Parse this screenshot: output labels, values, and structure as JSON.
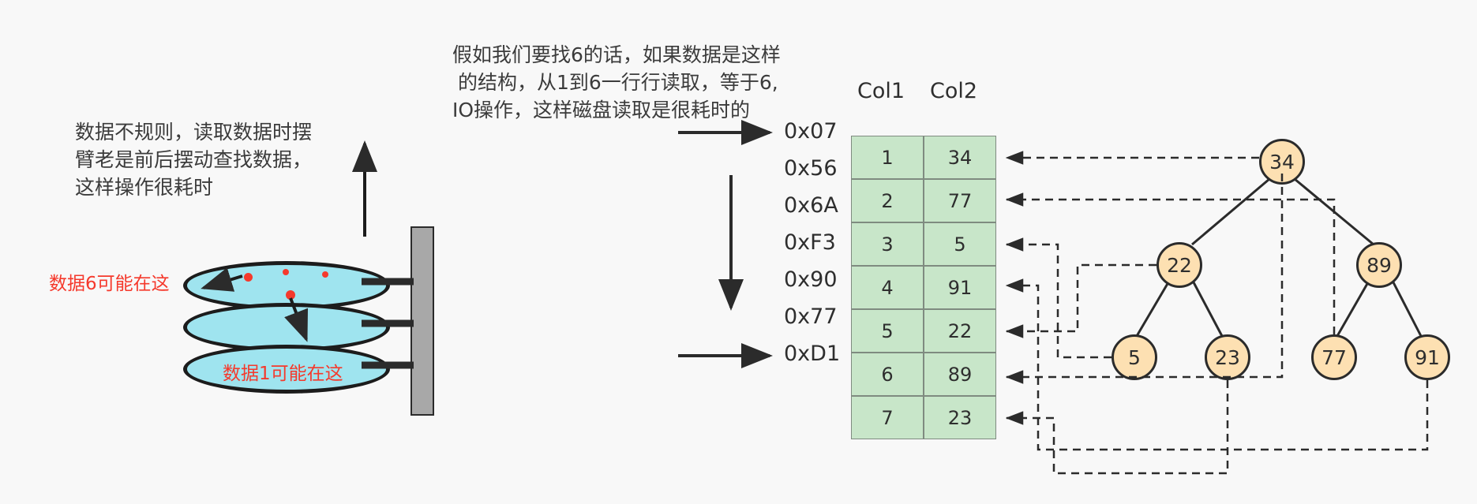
{
  "diagram": {
    "title_note_top": {
      "lines": [
        "假如我们要找6的话，如果数据是这样",
        "的结构，从1到6一行行读取，等于6,",
        "IO操作，这样磁盘读取是很耗时的"
      ]
    },
    "note_left": {
      "lines": [
        "数据不规则，读取数据时摆",
        "臂老是前后摆动查找数据，",
        "这样操作很耗时"
      ]
    },
    "labels_red": {
      "data6": "数据6可能在这",
      "data1": "数据1可能在这"
    },
    "table": {
      "headers": [
        "Col1",
        "Col2"
      ],
      "addresses": [
        "0x07",
        "0x56",
        "0x6A",
        "0xF3",
        "0x90",
        "0x77",
        "0xD1"
      ],
      "rows": [
        {
          "col1": "1",
          "col2": "34"
        },
        {
          "col1": "2",
          "col2": "77"
        },
        {
          "col1": "3",
          "col2": "5"
        },
        {
          "col1": "4",
          "col2": "91"
        },
        {
          "col1": "5",
          "col2": "22"
        },
        {
          "col1": "6",
          "col2": "89"
        },
        {
          "col1": "7",
          "col2": "23"
        }
      ]
    },
    "tree": {
      "root": "34",
      "level2": [
        "22",
        "89"
      ],
      "level3": [
        "5",
        "23",
        "77",
        "91"
      ]
    },
    "colors": {
      "background": "#f8f8f8",
      "cell_fill": "#c8e6c9",
      "cell_stroke": "#7f8b80",
      "node_fill": "#fde0b2",
      "node_stroke": "#2b2b2b",
      "platter_fill": "#9fe4ef",
      "platter_stroke": "#1c1c1c",
      "accent_red": "#f5392c",
      "text": "#2e2e2e"
    }
  }
}
